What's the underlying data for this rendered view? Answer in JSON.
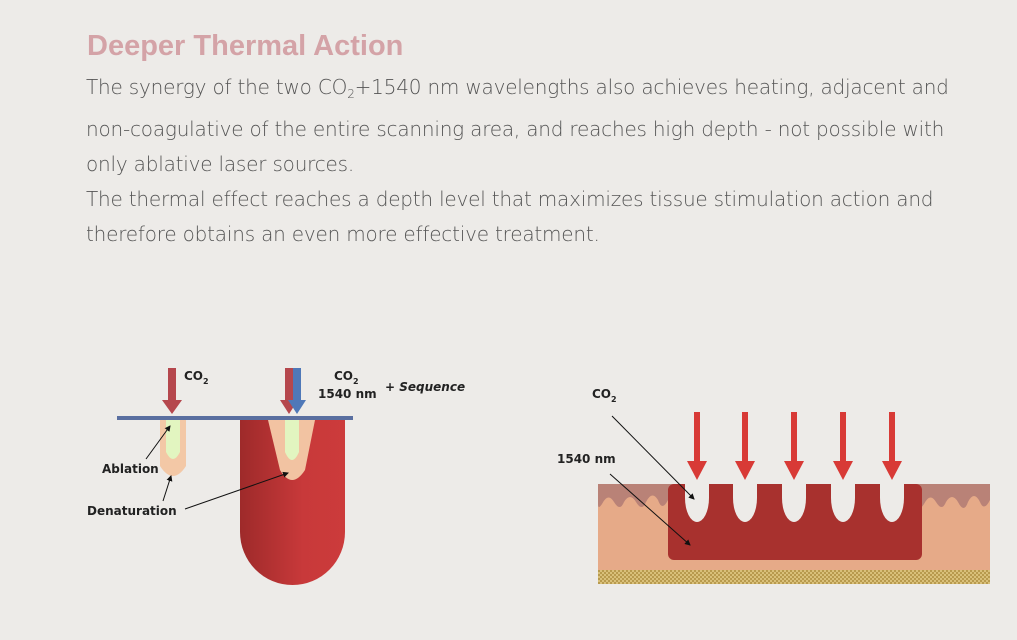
{
  "title": "Deeper Thermal Action",
  "paragraph1": {
    "before": "The synergy of the two CO",
    "sub": "2",
    "after": "+1540 nm wavelengths also achieves heating, adjacent and non-coagulative of the entire scanning area, and reaches high depth - not possible with only ablative laser sources."
  },
  "paragraph2": "The thermal effect reaches a depth level that maximizes tissue stimulation action and therefore obtains an even more effective treatment.",
  "left_diagram": {
    "co2_label": "CO",
    "co2_sub": "2",
    "combo_label_line1": "CO",
    "combo_label_sub": "2",
    "combo_label_line2": "1540 nm",
    "sequence_label": "+ Sequence",
    "ablation_label": "Ablation",
    "denaturation_label": "Denaturation"
  },
  "right_diagram": {
    "co2_label": "CO",
    "co2_sub": "2",
    "nm_label": "1540 nm"
  },
  "colors": {
    "title": "#d4a3a7",
    "co2_arrow": "#b5474d",
    "nm_arrow": "#4f78b8",
    "tissue_red": "#a8312e",
    "skin": "#e6aa88"
  }
}
